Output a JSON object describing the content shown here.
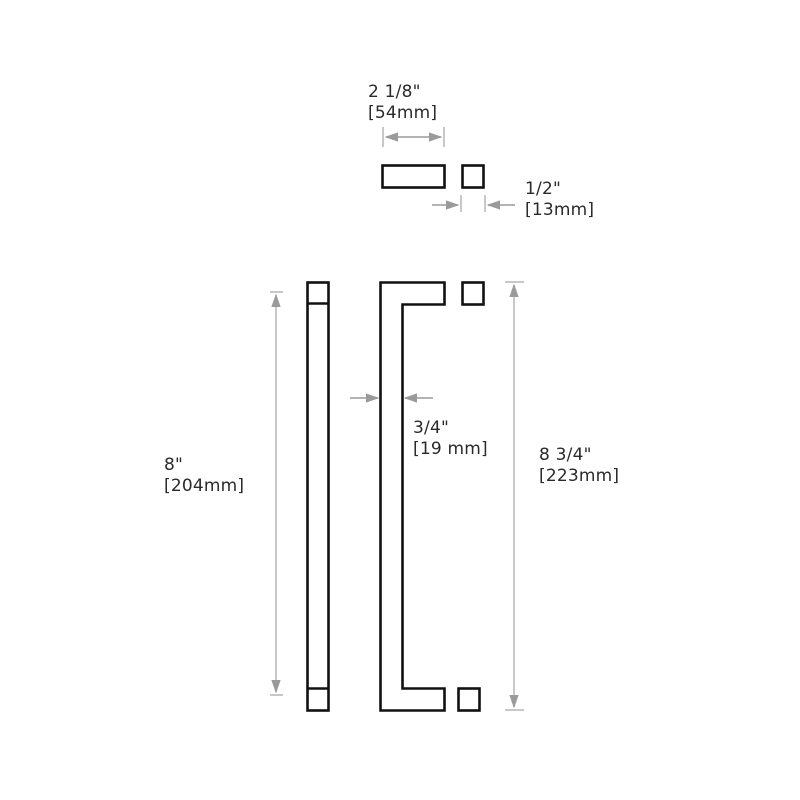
{
  "colors": {
    "outline": "#111111",
    "dimension_line": "#b5b5b5",
    "arrow": "#9a9a9a",
    "text": "#2a2a2a",
    "background": "#ffffff"
  },
  "dimensions": {
    "top_width": {
      "imperial": "2 1/8\"",
      "metric": "[54mm]"
    },
    "top_thickness": {
      "imperial": "1/2\"",
      "metric": "[13mm]"
    },
    "center_to_center": {
      "imperial": "8\"",
      "metric": "[204mm]"
    },
    "projection": {
      "imperial": "3/4\"",
      "metric": "[19 mm]"
    },
    "overall_length": {
      "imperial": "8 3/4\"",
      "metric": "[223mm]"
    }
  },
  "views": {
    "top_view": "post-top-view",
    "front_view": "bar-front-view",
    "side_view": "pull-side-profile",
    "end_squares": "bar-cross-sections"
  }
}
